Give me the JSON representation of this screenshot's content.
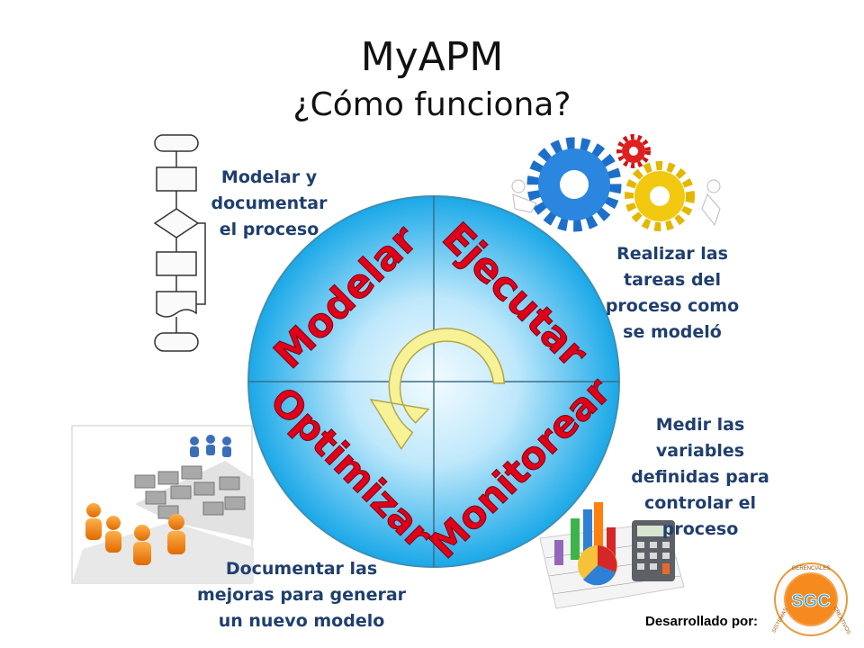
{
  "title": "MyAPM",
  "subtitle": "¿Cómo funciona?",
  "quadrants": [
    {
      "label": "Modelar",
      "description": "Modelar y documentar el proceso"
    },
    {
      "label": "Ejecutar",
      "description": "Realizar las tareas del proceso como se modeló"
    },
    {
      "label": "Monitorear",
      "description": "Medir las variables definidas para controlar el proceso"
    },
    {
      "label": "Optimizar",
      "description": "Documentar las mejoras para generar un nuevo modelo"
    }
  ],
  "credit": "Desarrollado por:",
  "logo": {
    "text": "SGC",
    "ring_top": "GERENCIALES",
    "ring_left": "SISTEMAS",
    "ring_right": "CREATIVOS"
  },
  "colors": {
    "wheel_center": "#f2fbff",
    "wheel_edge": "#1aa8e8",
    "quadrant_label": "#e0001a",
    "description_text": "#1f3f6e",
    "arrow_fill": "#f8f296",
    "logo_orange": "#f58a1f"
  },
  "icons": [
    "flowchart-icon",
    "gears-icon",
    "chart-calculator-icon",
    "team-puzzle-icon",
    "cycle-arrow-icon"
  ]
}
